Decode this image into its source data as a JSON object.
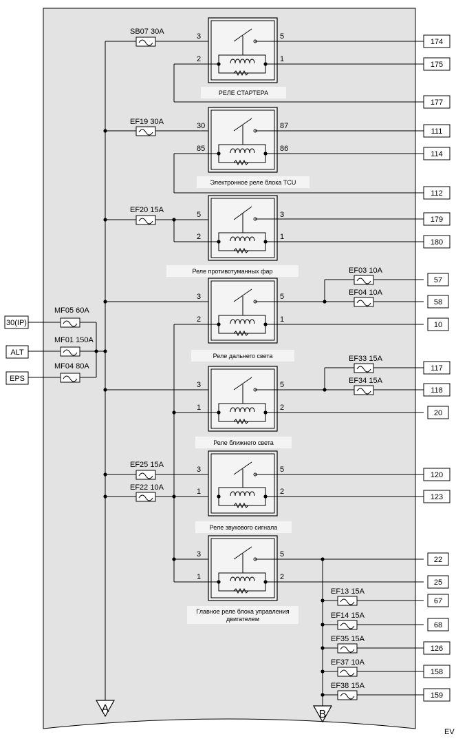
{
  "inputs": [
    {
      "label": "30(IP)",
      "fuse": "MF05 60A"
    },
    {
      "label": "ALT",
      "fuse": "MF01 150A"
    },
    {
      "label": "EPS",
      "fuse": "MF04 80A"
    }
  ],
  "relays": [
    {
      "label": "РЕЛЕ СТАРТЕРА",
      "fuse": "SB07  30A",
      "pins": [
        "3",
        "5",
        "2",
        "1"
      ]
    },
    {
      "label": "Электронное реле блока TCU",
      "fuse": "EF19  30A",
      "pins": [
        "30",
        "87",
        "85",
        "86"
      ]
    },
    {
      "label": "Реле противотуманных фар",
      "fuse": "EF20  15A",
      "pins": [
        "5",
        "3",
        "2",
        "1"
      ]
    },
    {
      "label": "Реле дальнего света",
      "fuse": "",
      "pins": [
        "3",
        "5",
        "2",
        "1"
      ]
    },
    {
      "label": "Реле ближнего света",
      "fuse": "",
      "pins": [
        "3",
        "5",
        "1",
        "2"
      ]
    },
    {
      "label": "Реле звукового сигнала",
      "fuse": "EF25  15A",
      "fuse2": "EF22  10A",
      "pins": [
        "3",
        "5",
        "1",
        "2"
      ]
    },
    {
      "label": "Главное реле блока управления",
      "label2": "двигателем",
      "fuse": "",
      "pins": [
        "3",
        "5",
        "1",
        "2"
      ]
    }
  ],
  "right_fuses": [
    {
      "label": "EF03  10A"
    },
    {
      "label": "EF04  10A"
    },
    {
      "label": "EF33  15A"
    },
    {
      "label": "EF34  15A"
    },
    {
      "label": "EF13  15A"
    },
    {
      "label": "EF14  15A"
    },
    {
      "label": "EF35  15A"
    },
    {
      "label": "EF37  10A"
    },
    {
      "label": "EF38  15A"
    }
  ],
  "terminals": [
    "174",
    "175",
    "177",
    "111",
    "114",
    "112",
    "179",
    "180",
    "57",
    "58",
    "10",
    "117",
    "118",
    "20",
    "120",
    "123",
    "22",
    "25",
    "67",
    "68",
    "126",
    "158",
    "159"
  ],
  "markers": {
    "a": "A",
    "b": "B"
  },
  "corner_code": "EV"
}
